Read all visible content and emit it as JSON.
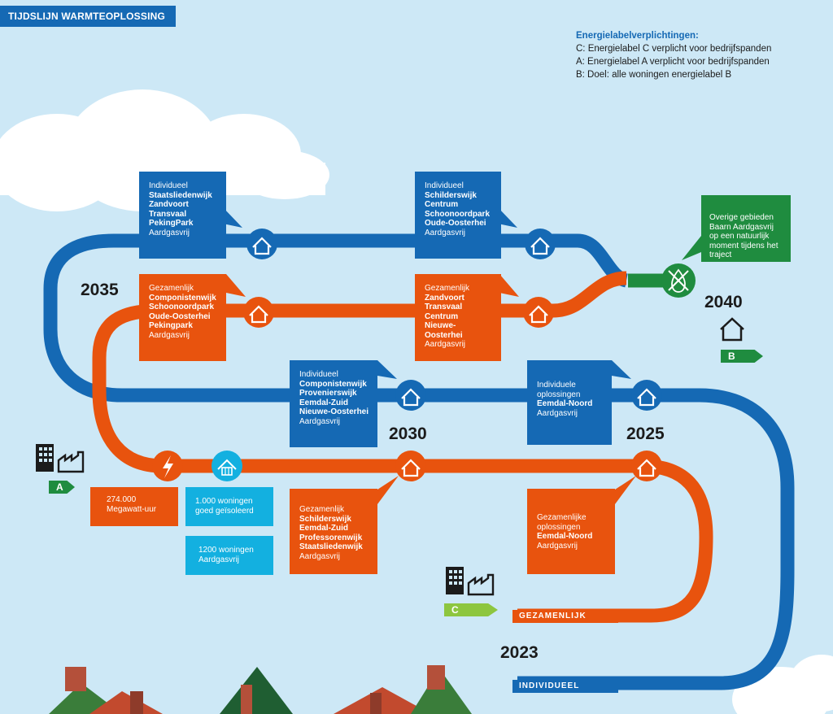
{
  "title": "TIJDSLIJN WARMTEOPLOSSING",
  "legend": {
    "heading": "Energielabelverplichtingen:",
    "lines": [
      "C: Energielabel C verplicht voor bedrijfspanden",
      "A: Energielabel A verplicht voor bedrijfspanden",
      "B: Doel: alle woningen energielabel B"
    ]
  },
  "years": {
    "y2023": "2023",
    "y2025": "2025",
    "y2030": "2030",
    "y2035": "2035",
    "y2040": "2040"
  },
  "tracks": {
    "individueel": "INDIVIDUEEL",
    "gezamenlijk": "GEZAMENLIJK"
  },
  "labels": {
    "c": "C",
    "a": "A",
    "b": "B"
  },
  "colors": {
    "individueel": "#1569b4",
    "gezamenlijk": "#e8530e",
    "end": "#1f8c3f",
    "stats": "#13b0e0",
    "label_c": "#8dc63f",
    "label_ab": "#1f8c3f"
  },
  "boxes": {
    "ind2035": {
      "head": "Individueel",
      "items": [
        "Staatsliedenwijk",
        "Zandvoort",
        "Transvaal",
        "PekingPark"
      ],
      "foot": "Aardgasvrij"
    },
    "ind2040": {
      "head": "Individueel",
      "items": [
        "Schilderswijk",
        "Centrum",
        "Schoonoordpark",
        "Oude-Oosterhei"
      ],
      "foot": "Aardgasvrij"
    },
    "gez2035": {
      "head": "Gezamenlijk",
      "items": [
        "Componistenwijk",
        "Schoonoordpark",
        "Oude-Oosterhei",
        "Pekingpark"
      ],
      "foot": "Aardgasvrij"
    },
    "gez2040": {
      "head": "Gezamenlijk",
      "items": [
        "Zandvoort",
        "Transvaal",
        "Centrum",
        "Nieuwe-Oosterhei"
      ],
      "foot": "Aardgasvrij"
    },
    "ind2030": {
      "head": "Individueel",
      "items": [
        "Componistenwijk",
        "Provenierswijk",
        "Eemdal-Zuid",
        "Nieuwe-Oosterhei"
      ],
      "foot": "Aardgasvrij"
    },
    "ind2025": {
      "head": "Individuele oplossingen",
      "items": [
        "Eemdal-Noord"
      ],
      "foot": "Aardgasvrij"
    },
    "gez2030": {
      "head": "Gezamenlijk",
      "items": [
        "Schilderswijk",
        "Eemdal-Zuid",
        "Professorenwijk",
        "Staatsliedenwijk"
      ],
      "foot": "Aardgasvrij"
    },
    "gez2025": {
      "head": "Gezamenlijke oplossingen",
      "items": [
        "Eemdal-Noord"
      ],
      "foot": "Aardgasvrij"
    },
    "overig": {
      "text": "Overige gebieden Baarn Aardgasvrij op een natuurlijk moment tijdens het traject"
    }
  },
  "stats": {
    "energy": {
      "value": "274.000",
      "unit": "Megawatt-uur"
    },
    "insulated": "1.000 woningen goed geïsoleerd",
    "gasfree": "1200 woningen Aardgasvrij"
  },
  "icons": [
    "house-icon",
    "lightning-icon",
    "radiator-icon",
    "no-gas-flame-icon",
    "office-building-icon",
    "factory-icon",
    "cloud-icon"
  ]
}
